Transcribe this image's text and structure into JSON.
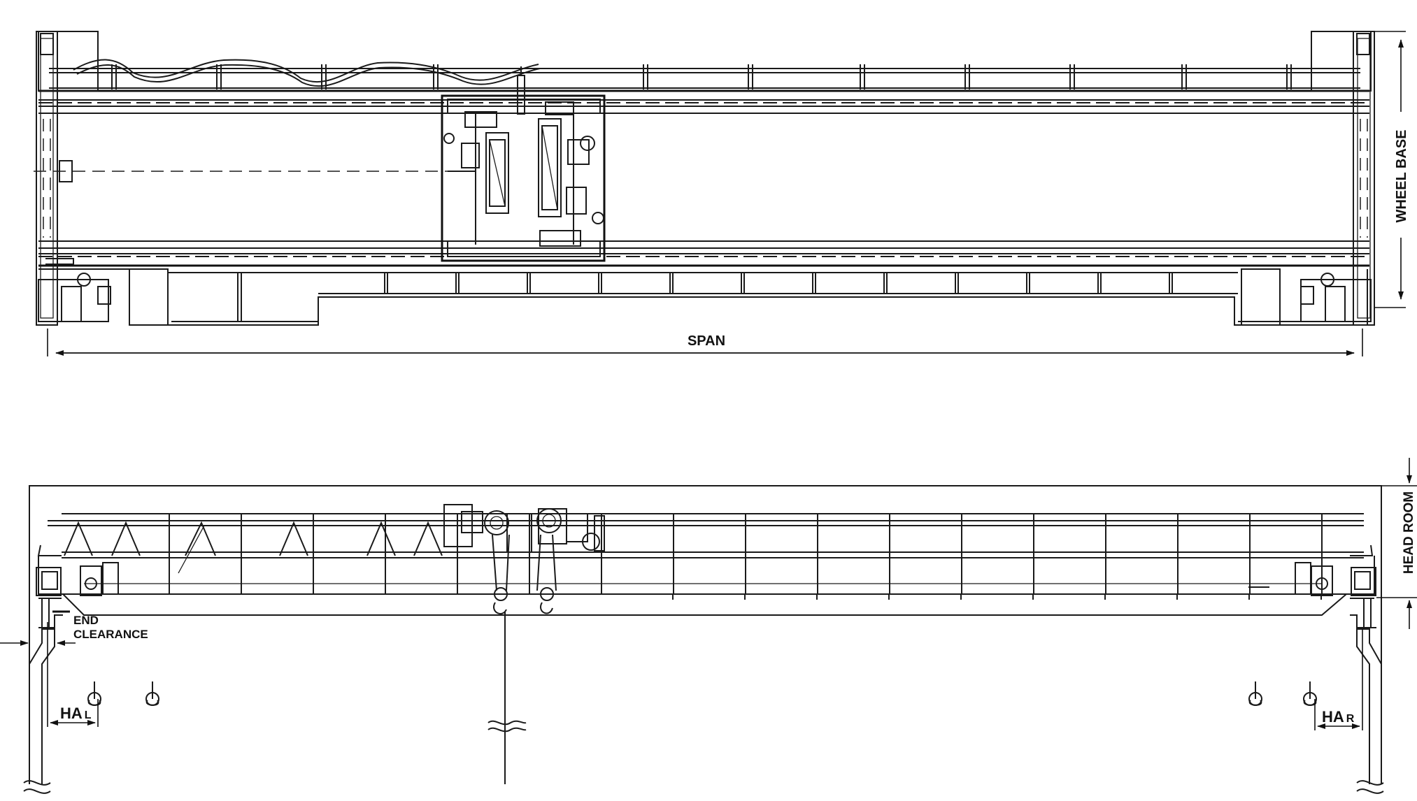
{
  "labels": {
    "span": "SPAN",
    "wheel_base": "WHEEL BASE",
    "head_room": "HEAD ROOM",
    "end_clearance_1": "END",
    "end_clearance_2": "CLEARANCE",
    "ha_left_main": "HA",
    "ha_left_sub": "L",
    "ha_right_main": "HA",
    "ha_right_sub": "R"
  },
  "colors": {
    "line": "#1a1a1a",
    "background": "#ffffff"
  }
}
